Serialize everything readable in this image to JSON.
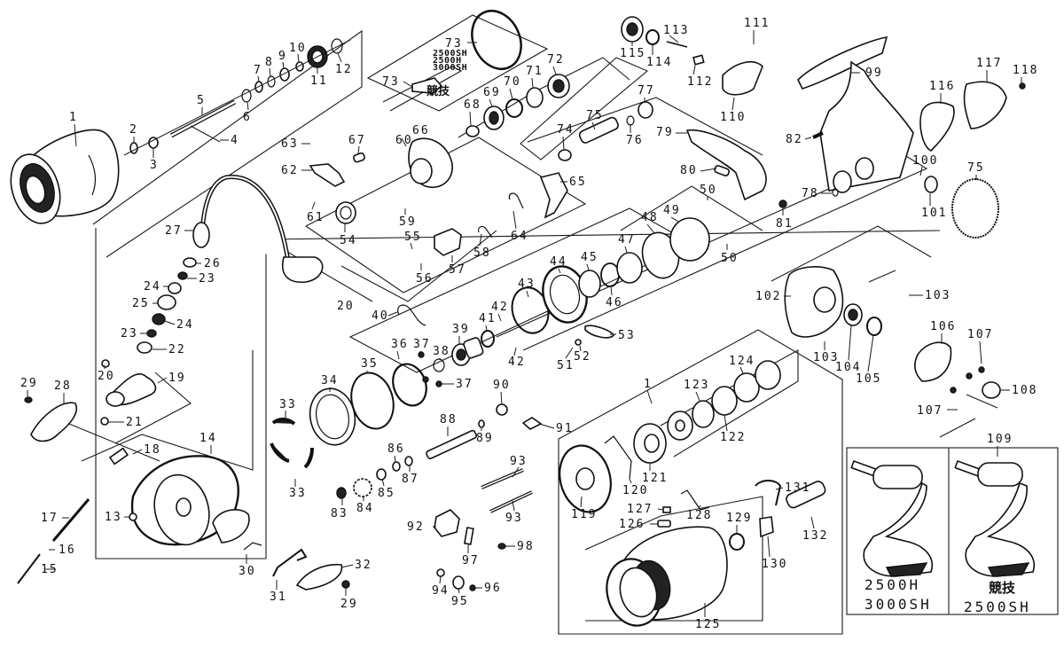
{
  "diagram": {
    "title": "Spinning reel exploded parts diagram",
    "labels": {
      "p1_top": "1",
      "p2": "2",
      "p3": "3",
      "p4": "4",
      "p5": "5",
      "p6": "6",
      "p7": "7",
      "p8": "8",
      "p9": "9",
      "p10": "10",
      "p11": "11",
      "p12": "12",
      "p13": "13",
      "p14": "14",
      "p15": "15",
      "p16": "16",
      "p17": "17",
      "p18": "18",
      "p19": "19",
      "p20a": "20",
      "p20b": "20",
      "p21": "21",
      "p22": "22",
      "p23a": "23",
      "p23b": "23",
      "p24a": "24",
      "p24b": "24",
      "p25": "25",
      "p26": "26",
      "p27": "27",
      "p28": "28",
      "p29a": "29",
      "p29b": "29",
      "p30": "30",
      "p31": "31",
      "p32": "32",
      "p33a": "33",
      "p33b": "33",
      "p34": "34",
      "p35": "35",
      "p36": "36",
      "p37a": "37",
      "p37b": "37",
      "p38": "38",
      "p39": "39",
      "p40": "40",
      "p41": "41",
      "p42a": "42",
      "p42b": "42",
      "p43": "43",
      "p44": "44",
      "p45": "45",
      "p46": "46",
      "p47": "47",
      "p48": "48",
      "p49": "49",
      "p50a": "50",
      "p50b": "50",
      "p51": "51",
      "p52": "52",
      "p53": "53",
      "p54": "54",
      "p55": "55",
      "p56": "56",
      "p57": "57",
      "p58": "58",
      "p59": "59",
      "p60": "60",
      "p61": "61",
      "p62": "62",
      "p63": "63",
      "p64": "64",
      "p65": "65",
      "p66": "66",
      "p67": "67",
      "p68": "68",
      "p69": "69",
      "p70": "70",
      "p71": "71",
      "p72": "72",
      "p73a": "73",
      "p73b": "73",
      "p74": "74",
      "p75a": "75",
      "p75b": "75",
      "p76": "76",
      "p77": "77",
      "p78": "78",
      "p79": "79",
      "p80": "80",
      "p81": "81",
      "p82": "82",
      "p83": "83",
      "p84": "84",
      "p85": "85",
      "p86": "86",
      "p87": "87",
      "p88": "88",
      "p89": "89",
      "p90": "90",
      "p91": "91",
      "p92": "92",
      "p93a": "93",
      "p93b": "93",
      "p94": "94",
      "p95": "95",
      "p96": "96",
      "p97": "97",
      "p98": "98",
      "p99": "99",
      "p100": "100",
      "p101": "101",
      "p102": "102",
      "p103a": "103",
      "p103b": "103",
      "p104": "104",
      "p105": "105",
      "p106": "106",
      "p107a": "107",
      "p107b": "107",
      "p108": "108",
      "p109": "109",
      "p110": "110",
      "p111": "111",
      "p112": "112",
      "p113": "113",
      "p114": "114",
      "p115": "115",
      "p116": "116",
      "p117": "117",
      "p118": "118",
      "p1_bottom": "1",
      "p119": "119",
      "p120": "120",
      "p121": "121",
      "p122": "122",
      "p123": "123",
      "p124": "124",
      "p125": "125",
      "p126": "126",
      "p127": "127",
      "p128": "128",
      "p129": "129",
      "p130": "130",
      "p131": "131",
      "p132": "132"
    },
    "variant_notes": {
      "p73_models": [
        "2500SH",
        "2500H",
        "3000SH"
      ],
      "p73_alt_model": "競技"
    },
    "handle_variants": [
      {
        "line1": "2500H",
        "line2": "3000SH"
      },
      {
        "line1": "競技",
        "line2": "2500SH"
      }
    ]
  }
}
